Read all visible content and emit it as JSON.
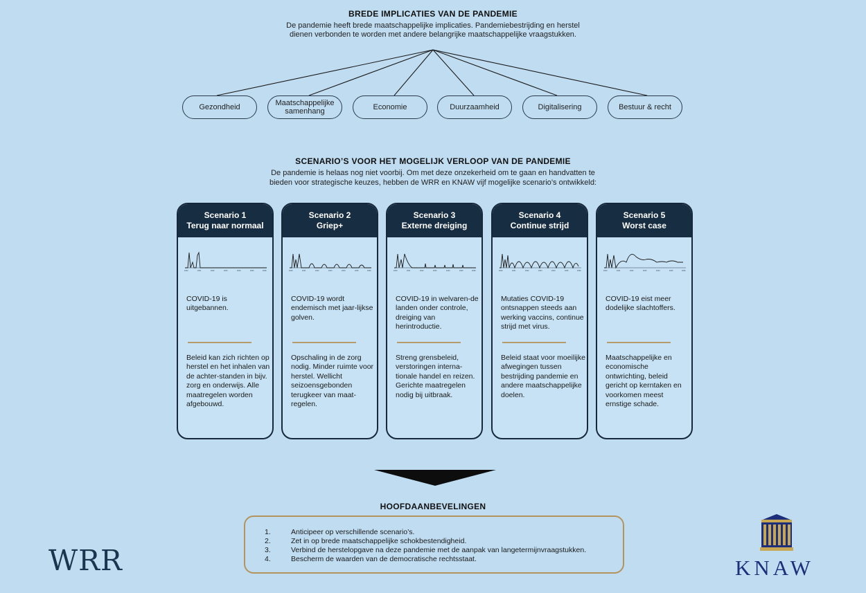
{
  "section1": {
    "title": "BREDE IMPLICATIES VAN DE PANDEMIE",
    "line1": "De pandemie heeft brede maatschappelijke implicaties. Pandemiebestrijding en herstel",
    "line2": "dienen verbonden te worden met andere belangrijke maatschappelijke vraagstukken.",
    "pills": [
      "Gezondheid",
      "Maatschappelijke samenhang",
      "Economie",
      "Duurzaamheid",
      "Digitalisering",
      "Bestuur & recht"
    ]
  },
  "section2": {
    "title": "SCENARIO’S VOOR HET MOGELIJK VERLOOP VAN DE PANDEMIE",
    "line1": "De pandemie is helaas nog niet voorbij. Om met deze onzekerheid om te gaan en handvatten te",
    "line2": "bieden voor strategische keuzes, hebben de WRR en KNAW vijf mogelijke scenario’s ontwikkeld:"
  },
  "scenarios": [
    {
      "title": "Scenario 1",
      "subtitle": "Terug naar normaal",
      "text1": "COVID-19 is uitgebannen.",
      "text2": "Beleid kan zich richten op herstel en het inhalen van de achter-standen in bijv. zorg en onderwijs. Alle maatregelen worden afgebouwd."
    },
    {
      "title": "Scenario 2",
      "subtitle": "Griep+",
      "text1": "COVID-19 wordt endemisch met jaar-lijkse golven.",
      "text2": "Opschaling in de zorg nodig. Minder ruimte voor herstel. Wellicht seizoensgebonden terugkeer van maat-regelen."
    },
    {
      "title": "Scenario 3",
      "subtitle": "Externe dreiging",
      "text1": "COVID-19 in welvaren-de landen onder controle, dreiging van herintroductie.",
      "text2": "Streng grensbeleid, verstoringen interna-tionale handel en reizen. Gerichte maatregelen nodig bij uitbraak."
    },
    {
      "title": "Scenario 4",
      "subtitle": "Continue strijd",
      "text1": "Mutaties COVID-19 ontsnappen steeds aan werking vaccins, continue strijd met virus.",
      "text2": "Beleid staat voor moeilijke afwegingen tussen bestrijding pandemie en andere maatschappelijke doelen."
    },
    {
      "title": "Scenario 5",
      "subtitle": "Worst case",
      "text1": "COVID-19 eist meer dodelijke slachtoffers.",
      "text2": "Maatschappelijke en economische ontwrichting, beleid gericht op kerntaken en voorkomen meest ernstige schade."
    }
  ],
  "section3": {
    "title": "HOOFDAANBEVELINGEN",
    "items": [
      {
        "num": "1.",
        "text": "Anticipeer op verschillende scenario’s."
      },
      {
        "num": "2.",
        "text": "Zet in op brede maatschappelijke schokbestendigheid."
      },
      {
        "num": "3.",
        "text": "Verbind de herstelopgave na deze pandemie met de aanpak van langetermijnvraagstukken."
      },
      {
        "num": "4.",
        "text": "Bescherm de waarden van de democratische rechtsstaat."
      }
    ]
  },
  "logos": {
    "left": "WRR",
    "right": "KNAW"
  },
  "colors": {
    "background": "#bfdcf1",
    "card_header": "#172d42",
    "accent_gold": "#b4945c",
    "knaw_blue": "#1d2f7a"
  }
}
